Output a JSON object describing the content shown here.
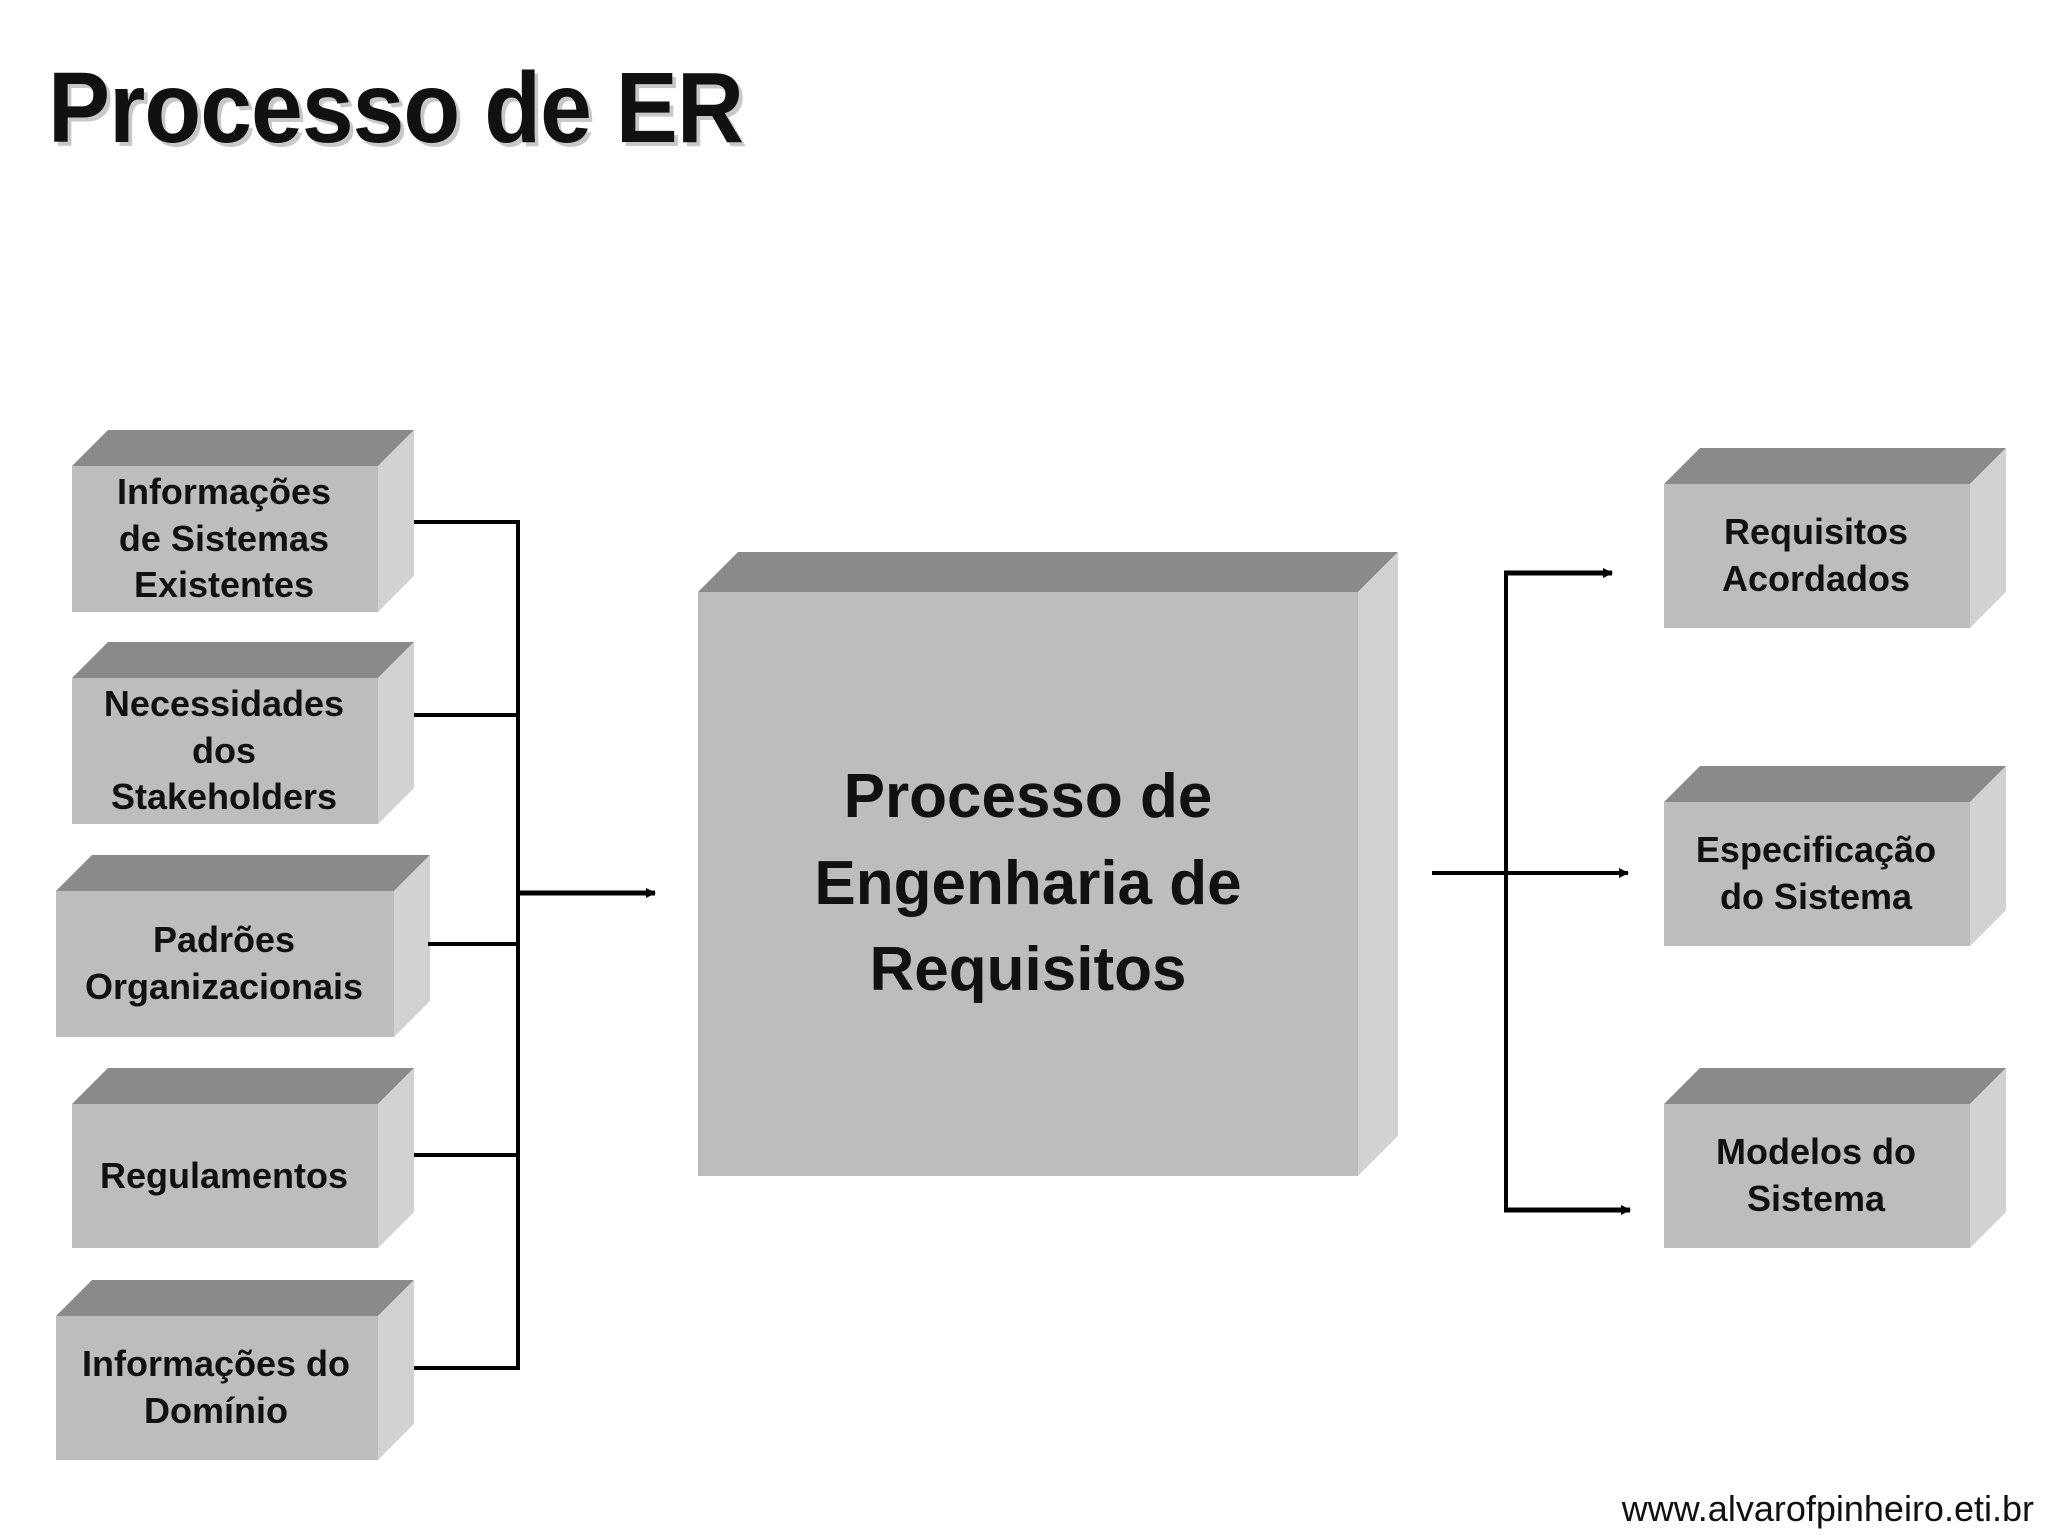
{
  "title": "Processo de ER",
  "inputs": [
    {
      "label": "Informações\nde Sistemas\nExistentes"
    },
    {
      "label": "Necessidades\ndos\nStakeholders"
    },
    {
      "label": "Padrões\nOrganizacionais"
    },
    {
      "label": "Regulamentos"
    },
    {
      "label": "Informações do\nDomínio"
    }
  ],
  "process": {
    "label": "Processo de\nEngenharia de\nRequisitos"
  },
  "outputs": [
    {
      "label": "Requisitos\nAcordados"
    },
    {
      "label": "Especificação\ndo Sistema"
    },
    {
      "label": "Modelos do\nSistema"
    }
  ],
  "footer": {
    "url": "www.alvarofpinheiro.eti.br"
  },
  "colors": {
    "box_front": "#bdbdbd",
    "box_top": "#8a8a8a",
    "box_side": "#d2d2d2",
    "line": "#000000"
  }
}
